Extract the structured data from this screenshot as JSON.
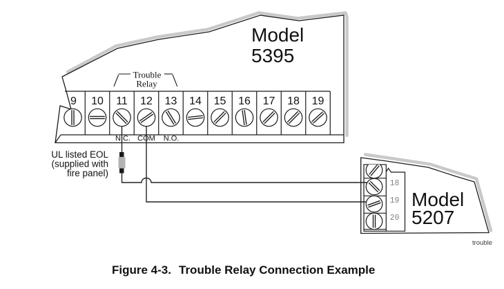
{
  "figure": {
    "caption_prefix": "Figure 4-3.",
    "caption_text": "Trouble Relay Connection Example"
  },
  "m5395": {
    "name_line1": "Model",
    "name_line2": "5395",
    "terminals": [
      "9",
      "10",
      "11",
      "12",
      "13",
      "14",
      "15",
      "16",
      "17",
      "18",
      "19"
    ],
    "relay_bracket": {
      "line1": "Trouble",
      "line2": "Relay"
    },
    "contacts": [
      "N.C.",
      "COM",
      "N.O."
    ]
  },
  "m5207": {
    "name_line1": "Model",
    "name_line2": "5207",
    "terminals": [
      "18",
      "19",
      "20"
    ],
    "corner_note": "trouble"
  },
  "eol_note": {
    "line1": "UL listed EOL",
    "line2": "(supplied with",
    "line3": "fire panel)"
  },
  "colors": {
    "line": "#1a1a1a",
    "shadow": "#c9c9c9",
    "resistor": "#b3b3b3",
    "terminal_number_gray": "#848484"
  }
}
